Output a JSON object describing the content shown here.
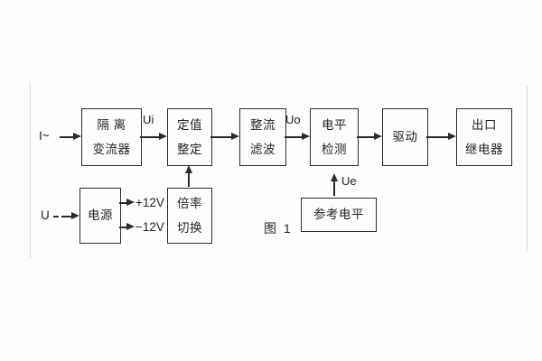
{
  "figure": {
    "caption": "图 1",
    "inputs": {
      "current": "I~",
      "voltage": "U"
    },
    "signals": {
      "ui": "Ui",
      "uo": "Uo",
      "ue": "Ue",
      "plus12v": "+12V",
      "minus12v": "−12V"
    },
    "blocks": {
      "isolation": {
        "line1": "隔 离",
        "line2": "变流器"
      },
      "setting": {
        "line1": "定值",
        "line2": "整定"
      },
      "rectifier": {
        "line1": "整流",
        "line2": "滤波"
      },
      "level": {
        "line1": "电平",
        "line2": "检测"
      },
      "drive": {
        "line1": "驱动"
      },
      "output": {
        "line1": "出口",
        "line2": "继电器"
      },
      "power": {
        "line1": "电源"
      },
      "ratio": {
        "line1": "倍率",
        "line2": "切换"
      },
      "reference": {
        "line1": "参考电平"
      }
    },
    "colors": {
      "line": "#2b2b2b",
      "background": "#fdfdfd",
      "frame": "#d9d9d9"
    }
  }
}
